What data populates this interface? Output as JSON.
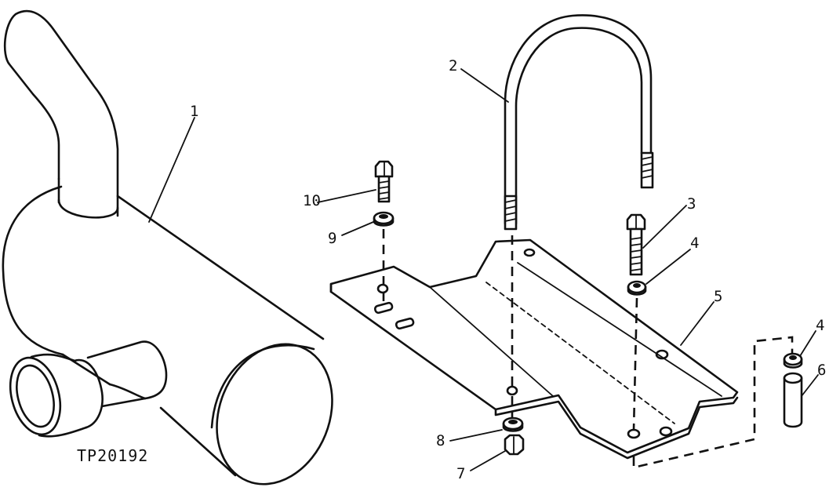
{
  "figure_id": "TP20192",
  "callouts": {
    "muffler": "1",
    "u_bolt": "2",
    "cap_screw_right": "3",
    "washer_upper": "4",
    "bracket": "5",
    "washer_side": "4",
    "spacer": "6",
    "nut_lower": "7",
    "washer_lower": "8",
    "washer_left": "9",
    "cap_screw_left": "10"
  },
  "colors": {
    "ink": "#111111",
    "paper": "#ffffff"
  }
}
